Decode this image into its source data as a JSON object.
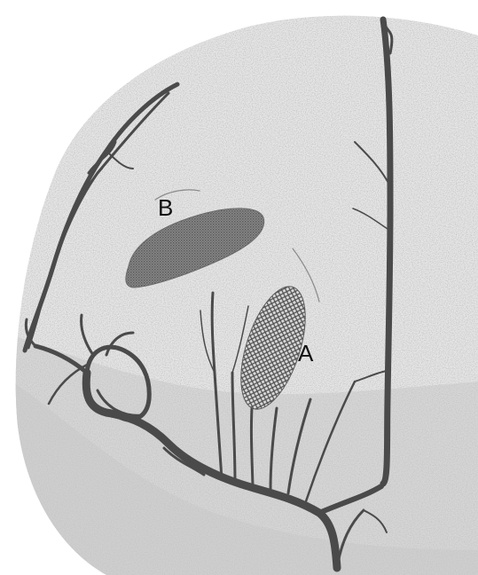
{
  "figure": {
    "regions": [
      {
        "id": "A",
        "label": "A",
        "fill": "crosshatch",
        "color": "#5a5a5a"
      },
      {
        "id": "B",
        "label": "B",
        "fill": "dense-dot",
        "color": "#6a6a6a"
      }
    ],
    "colors": {
      "background": "#ffffff",
      "tissue": "#e4e4e4",
      "tissue_shadow": "#d2d2d2",
      "vessel": "#4a4a4a",
      "label": "#111111"
    }
  }
}
